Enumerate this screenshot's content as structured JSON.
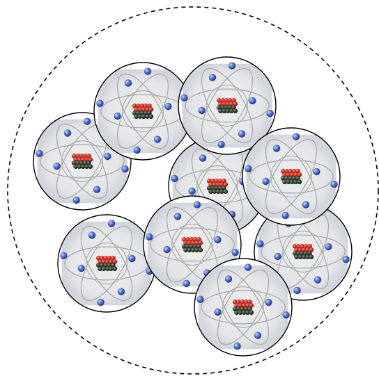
{
  "diagram": {
    "atom_count": 9,
    "electrons_per_atom": 8,
    "nucleons_per_atom": 20,
    "colors": {
      "background": "#ffffff",
      "boundary_stroke": "#000000",
      "atom_outline": "#000000",
      "atom_fill": "#e6e6e6",
      "atom_fill_edge": "#d2d5dc",
      "orbit": "#a9a9a9",
      "electron": "#4a6bc6",
      "electron_highlight": "#c9d6f4",
      "proton": "#c62a20",
      "neutron": "#2f3a2e"
    },
    "icons": {
      "boundary": "dashed-circle-boundary",
      "atom": "bohr-atom-icon",
      "electron": "electron-dot-icon",
      "nucleus": "nucleus-cluster-icon"
    }
  }
}
